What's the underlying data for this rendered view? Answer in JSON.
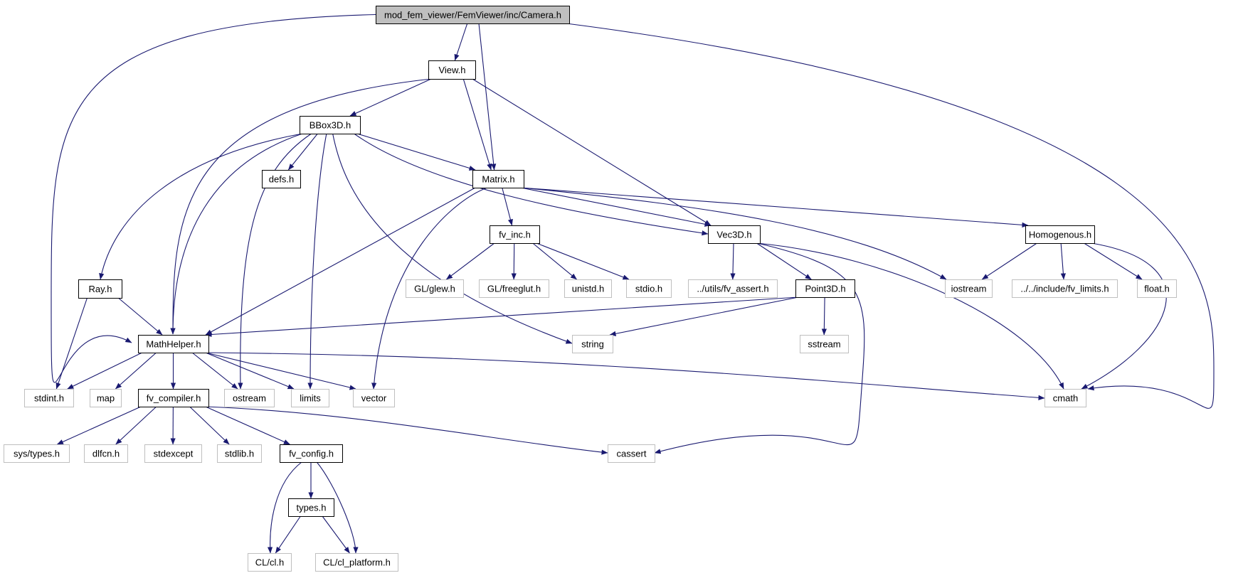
{
  "colors": {
    "edge": "#191970",
    "root_fill": "#bfbfbf",
    "node_border": "#000000",
    "external_border": "#bfbfbf",
    "background": "#ffffff"
  },
  "nodes": [
    {
      "id": "camera",
      "label": "mod_fem_viewer/FemViewer/inc/Camera.h",
      "kind": "root"
    },
    {
      "id": "view",
      "label": "View.h",
      "kind": "local"
    },
    {
      "id": "bbox3d",
      "label": "BBox3D.h",
      "kind": "local"
    },
    {
      "id": "defs",
      "label": "defs.h",
      "kind": "local"
    },
    {
      "id": "matrix",
      "label": "Matrix.h",
      "kind": "local"
    },
    {
      "id": "fv_inc",
      "label": "fv_inc.h",
      "kind": "local"
    },
    {
      "id": "vec3d",
      "label": "Vec3D.h",
      "kind": "local"
    },
    {
      "id": "homogenous",
      "label": "Homogenous.h",
      "kind": "local"
    },
    {
      "id": "ray",
      "label": "Ray.h",
      "kind": "local"
    },
    {
      "id": "glew",
      "label": "GL/glew.h",
      "kind": "external"
    },
    {
      "id": "freeglut",
      "label": "GL/freeglut.h",
      "kind": "external"
    },
    {
      "id": "unistd",
      "label": "unistd.h",
      "kind": "external"
    },
    {
      "id": "stdio",
      "label": "stdio.h",
      "kind": "external"
    },
    {
      "id": "fv_assert",
      "label": "../utils/fv_assert.h",
      "kind": "external"
    },
    {
      "id": "point3d",
      "label": "Point3D.h",
      "kind": "local"
    },
    {
      "id": "iostream",
      "label": "iostream",
      "kind": "external"
    },
    {
      "id": "fv_limits",
      "label": "../../include/fv_limits.h",
      "kind": "external"
    },
    {
      "id": "float",
      "label": "float.h",
      "kind": "external"
    },
    {
      "id": "mathhelper",
      "label": "MathHelper.h",
      "kind": "local"
    },
    {
      "id": "string",
      "label": "string",
      "kind": "external"
    },
    {
      "id": "sstream",
      "label": "sstream",
      "kind": "external"
    },
    {
      "id": "stdint",
      "label": "stdint.h",
      "kind": "external"
    },
    {
      "id": "map",
      "label": "map",
      "kind": "external"
    },
    {
      "id": "fv_compiler",
      "label": "fv_compiler.h",
      "kind": "local"
    },
    {
      "id": "ostream",
      "label": "ostream",
      "kind": "external"
    },
    {
      "id": "limits",
      "label": "limits",
      "kind": "external"
    },
    {
      "id": "vector",
      "label": "vector",
      "kind": "external"
    },
    {
      "id": "cmath",
      "label": "cmath",
      "kind": "external"
    },
    {
      "id": "systypes",
      "label": "sys/types.h",
      "kind": "external"
    },
    {
      "id": "dlfcn",
      "label": "dlfcn.h",
      "kind": "external"
    },
    {
      "id": "stdexcept",
      "label": "stdexcept",
      "kind": "external"
    },
    {
      "id": "stdlib",
      "label": "stdlib.h",
      "kind": "external"
    },
    {
      "id": "fv_config",
      "label": "fv_config.h",
      "kind": "local"
    },
    {
      "id": "cassert",
      "label": "cassert",
      "kind": "external"
    },
    {
      "id": "types",
      "label": "types.h",
      "kind": "local"
    },
    {
      "id": "clcl",
      "label": "CL/cl.h",
      "kind": "external"
    },
    {
      "id": "cl_platform",
      "label": "CL/cl_platform.h",
      "kind": "external"
    }
  ],
  "edges": [
    [
      "camera",
      "view"
    ],
    [
      "camera",
      "matrix"
    ],
    [
      "camera",
      "mathhelper"
    ],
    [
      "camera",
      "cmath"
    ],
    [
      "view",
      "bbox3d"
    ],
    [
      "view",
      "matrix"
    ],
    [
      "view",
      "vec3d"
    ],
    [
      "view",
      "mathhelper"
    ],
    [
      "bbox3d",
      "defs"
    ],
    [
      "bbox3d",
      "matrix"
    ],
    [
      "bbox3d",
      "vec3d"
    ],
    [
      "bbox3d",
      "ray"
    ],
    [
      "bbox3d",
      "mathhelper"
    ],
    [
      "bbox3d",
      "ostream"
    ],
    [
      "bbox3d",
      "limits"
    ],
    [
      "bbox3d",
      "string"
    ],
    [
      "matrix",
      "fv_inc"
    ],
    [
      "matrix",
      "vec3d"
    ],
    [
      "matrix",
      "homogenous"
    ],
    [
      "matrix",
      "iostream"
    ],
    [
      "matrix",
      "mathhelper"
    ],
    [
      "matrix",
      "vector"
    ],
    [
      "fv_inc",
      "glew"
    ],
    [
      "fv_inc",
      "freeglut"
    ],
    [
      "fv_inc",
      "unistd"
    ],
    [
      "fv_inc",
      "stdio"
    ],
    [
      "vec3d",
      "fv_assert"
    ],
    [
      "vec3d",
      "point3d"
    ],
    [
      "vec3d",
      "cmath"
    ],
    [
      "vec3d",
      "cassert"
    ],
    [
      "homogenous",
      "iostream"
    ],
    [
      "homogenous",
      "fv_limits"
    ],
    [
      "homogenous",
      "float"
    ],
    [
      "homogenous",
      "cmath"
    ],
    [
      "ray",
      "mathhelper"
    ],
    [
      "ray",
      "stdint"
    ],
    [
      "point3d",
      "mathhelper"
    ],
    [
      "point3d",
      "string"
    ],
    [
      "point3d",
      "sstream"
    ],
    [
      "mathhelper",
      "stdint"
    ],
    [
      "mathhelper",
      "map"
    ],
    [
      "mathhelper",
      "fv_compiler"
    ],
    [
      "mathhelper",
      "ostream"
    ],
    [
      "mathhelper",
      "limits"
    ],
    [
      "mathhelper",
      "vector"
    ],
    [
      "mathhelper",
      "cmath"
    ],
    [
      "fv_compiler",
      "systypes"
    ],
    [
      "fv_compiler",
      "dlfcn"
    ],
    [
      "fv_compiler",
      "stdexcept"
    ],
    [
      "fv_compiler",
      "stdlib"
    ],
    [
      "fv_compiler",
      "fv_config"
    ],
    [
      "fv_compiler",
      "cassert"
    ],
    [
      "fv_config",
      "types"
    ],
    [
      "fv_config",
      "clcl"
    ],
    [
      "fv_config",
      "cl_platform"
    ],
    [
      "types",
      "clcl"
    ],
    [
      "types",
      "cl_platform"
    ]
  ]
}
